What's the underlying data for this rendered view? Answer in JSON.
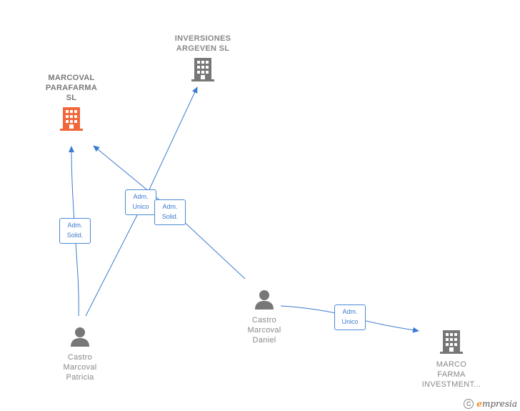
{
  "nodes": {
    "marcoval_parafarma": {
      "lines": [
        "MARCOVAL",
        "PARAFARMA",
        "SL"
      ],
      "icon": "building-icon",
      "color": "#f2673a"
    },
    "inversiones_argeven": {
      "lines": [
        "INVERSIONES",
        "ARGEVEN  SL"
      ],
      "icon": "building-icon",
      "color": "#777777"
    },
    "marco_farma": {
      "lines": [
        "MARCO",
        "FARMA",
        "INVESTMENT..."
      ],
      "icon": "building-icon",
      "color": "#777777"
    },
    "castro_daniel": {
      "lines": [
        "Castro",
        "Marcoval",
        "Daniel"
      ],
      "icon": "person-icon",
      "color": "#777777"
    },
    "castro_patricia": {
      "lines": [
        "Castro",
        "Marcoval",
        "Patricia"
      ],
      "icon": "person-icon",
      "color": "#777777"
    }
  },
  "edges": [
    {
      "from": "castro_patricia",
      "to": "marcoval_parafarma",
      "role": [
        "Adm.",
        "Solid."
      ]
    },
    {
      "from": "castro_patricia",
      "to": "inversiones_argeven",
      "role": [
        "Adm.",
        "Unico"
      ]
    },
    {
      "from": "castro_daniel",
      "to": "marcoval_parafarma",
      "role": [
        "Adm.",
        "Solid."
      ]
    },
    {
      "from": "castro_daniel",
      "to": "marco_farma",
      "role": [
        "Adm.",
        "Unico"
      ]
    }
  ],
  "colors": {
    "edge": "#3a7ad0",
    "main_company": "#f2673a",
    "company": "#777777",
    "person": "#777777"
  },
  "footer": {
    "copyright_symbol": "C",
    "brand_first": "e",
    "brand_rest": "mpresia"
  }
}
